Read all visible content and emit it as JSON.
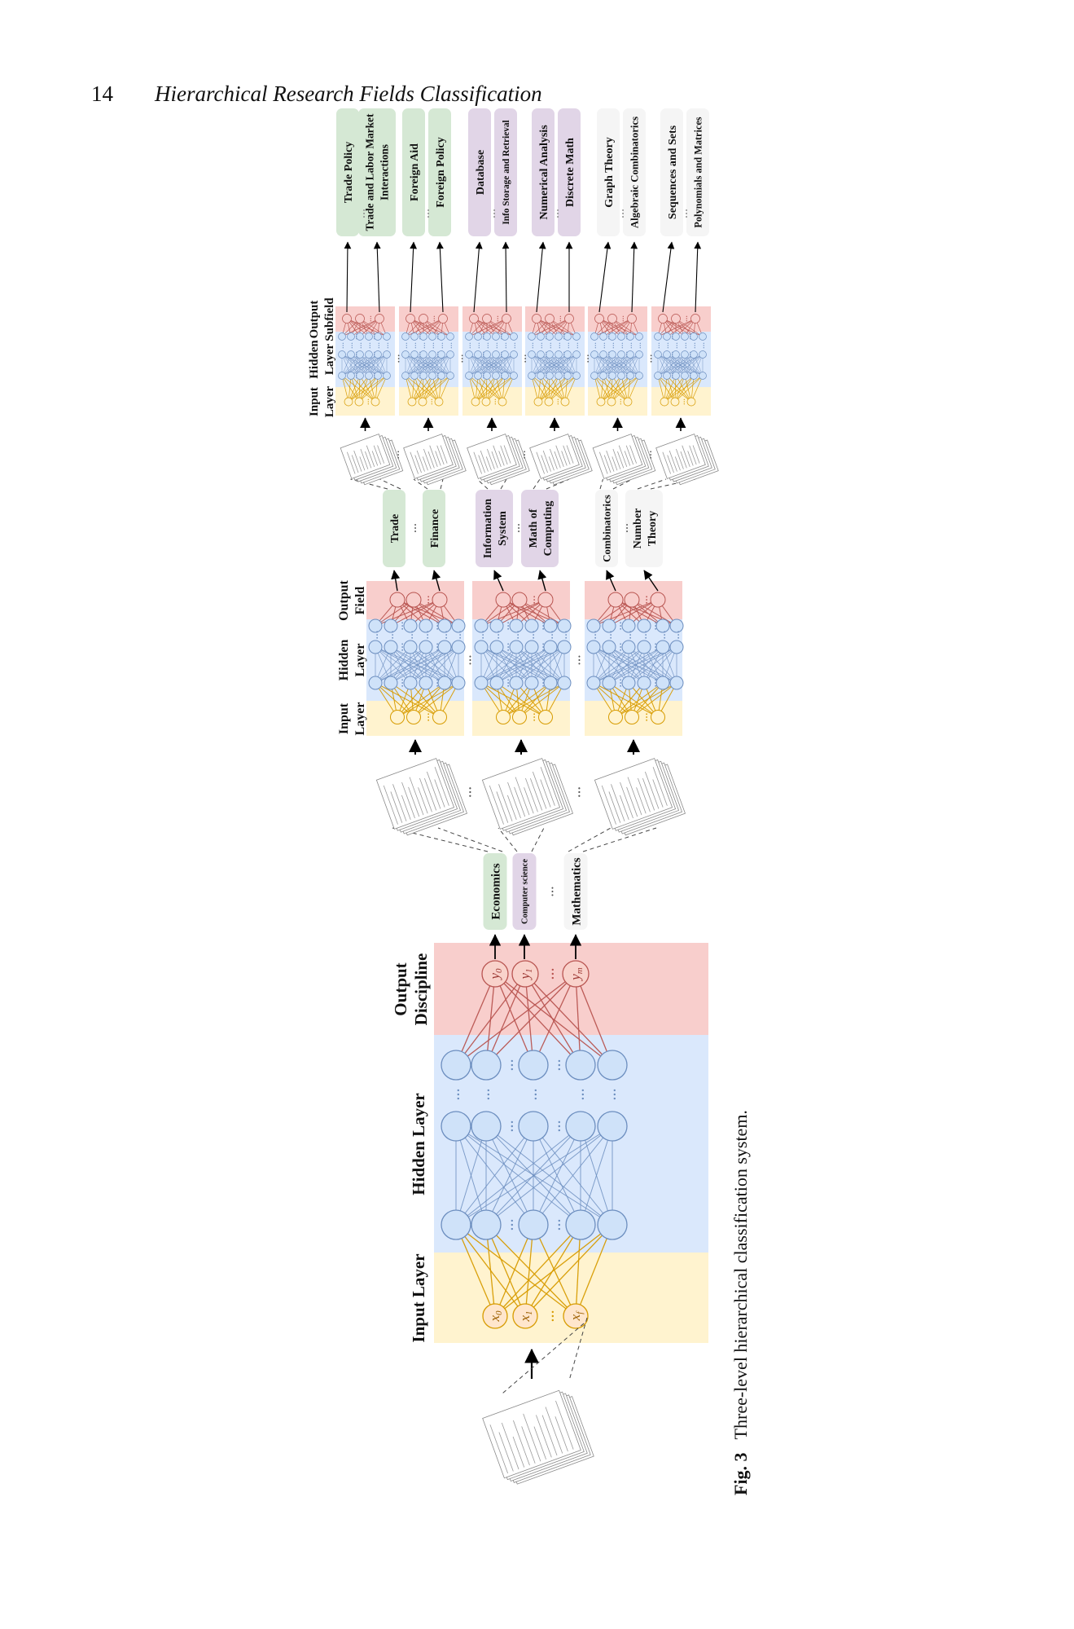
{
  "page": {
    "number": "14",
    "running_title": "Hierarchical Research Fields Classification"
  },
  "figure": {
    "caption_label": "Fig. 3",
    "caption_text": "Three-level hierarchical classification system.",
    "ellipsis": "…",
    "colors": {
      "band_input": "#fff3cf",
      "band_hidden": "#dae8fc",
      "band_output": "#f8cecc",
      "label_green": "#d5e8d4",
      "label_purple": "#e1d5e7",
      "label_gray": "#f5f5f5",
      "edge_input": "#d79b00",
      "edge_hidden": "#6c8ebf",
      "edge_output": "#b85450",
      "node_input_fill": "#ffe6cc",
      "node_output_fill": "#f9d2cb",
      "node_hidden_fill": "#cfe2f9"
    },
    "levels": {
      "level1": {
        "axis": {
          "input": [
            "Input Layer"
          ],
          "hidden": [
            "Hidden Layer"
          ],
          "output": [
            "Output",
            "Discipline"
          ]
        },
        "input_nodes": [
          {
            "base": "x",
            "sub": "0"
          },
          {
            "base": "x",
            "sub": "1"
          },
          {
            "base": "x",
            "sub": "f"
          }
        ],
        "output_nodes": [
          {
            "base": "y",
            "sub": "0"
          },
          {
            "base": "y",
            "sub": "1"
          },
          {
            "base": "y",
            "sub": "m"
          }
        ],
        "labels": [
          {
            "lines": [
              "Economics"
            ],
            "color": "green"
          },
          {
            "lines": [
              "Computer science"
            ],
            "color": "purple"
          },
          {
            "lines": [
              "Mathematics"
            ],
            "color": "gray"
          }
        ]
      },
      "level2": {
        "axis": {
          "input": [
            "Input",
            "Layer"
          ],
          "hidden": [
            "Hidden",
            "Layer"
          ],
          "output": [
            "Output",
            "Field"
          ]
        },
        "label_pairs": [
          [
            {
              "lines": [
                "Trade"
              ],
              "color": "green"
            },
            {
              "lines": [
                "Finance"
              ],
              "color": "green"
            }
          ],
          [
            {
              "lines": [
                "Information",
                "System"
              ],
              "color": "purple"
            },
            {
              "lines": [
                "Math of",
                "Computing"
              ],
              "color": "purple"
            }
          ],
          [
            {
              "lines": [
                "Combinatorics"
              ],
              "color": "gray"
            },
            {
              "lines": [
                "Number",
                "Theory"
              ],
              "color": "gray"
            }
          ]
        ]
      },
      "level3": {
        "axis": {
          "input": [
            "Input",
            "Layer"
          ],
          "hidden": [
            "Hidden",
            "Layer"
          ],
          "output": [
            "Output",
            "Subfield"
          ]
        },
        "label_pairs": [
          [
            {
              "lines": [
                "Trade Policy"
              ],
              "color": "green"
            },
            {
              "lines": [
                "Trade and Labor Market",
                "Interactions"
              ],
              "color": "green"
            }
          ],
          [
            {
              "lines": [
                "Foreign Aid"
              ],
              "color": "green"
            },
            {
              "lines": [
                "Foreign Policy"
              ],
              "color": "green"
            }
          ],
          [
            {
              "lines": [
                "Database"
              ],
              "color": "purple"
            },
            {
              "lines": [
                "Info Storage and Retrieval"
              ],
              "color": "purple"
            }
          ],
          [
            {
              "lines": [
                "Numerical Analysis"
              ],
              "color": "purple"
            },
            {
              "lines": [
                "Discrete Math"
              ],
              "color": "purple"
            }
          ],
          [
            {
              "lines": [
                "Graph Theory"
              ],
              "color": "gray"
            },
            {
              "lines": [
                "Algebraic Combinatorics"
              ],
              "color": "gray"
            }
          ],
          [
            {
              "lines": [
                "Sequences and Sets"
              ],
              "color": "gray"
            },
            {
              "lines": [
                "Polynomials and Matrices"
              ],
              "color": "gray"
            }
          ]
        ]
      }
    }
  }
}
